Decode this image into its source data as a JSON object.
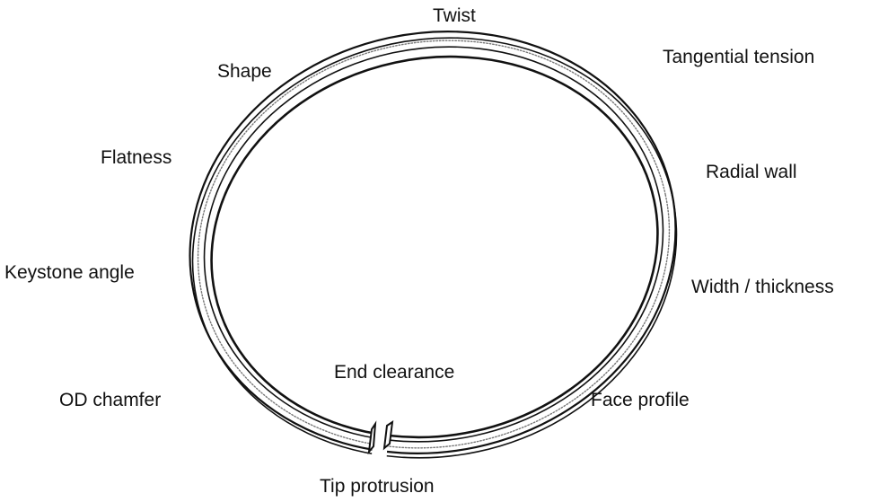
{
  "diagram": {
    "labels": {
      "twist": "Twist",
      "tangential_tension": "Tangential tension",
      "shape": "Shape",
      "flatness": "Flatness",
      "radial_wall": "Radial wall",
      "keystone_angle": "Keystone angle",
      "width_thickness": "Width / thickness",
      "end_clearance": "End clearance",
      "od_chamfer": "OD chamfer",
      "face_profile": "Face profile",
      "tip_protrusion": "Tip protrusion"
    },
    "colors": {
      "stroke": "#111111",
      "background": "#ffffff",
      "dotted_band": "#777777"
    }
  }
}
